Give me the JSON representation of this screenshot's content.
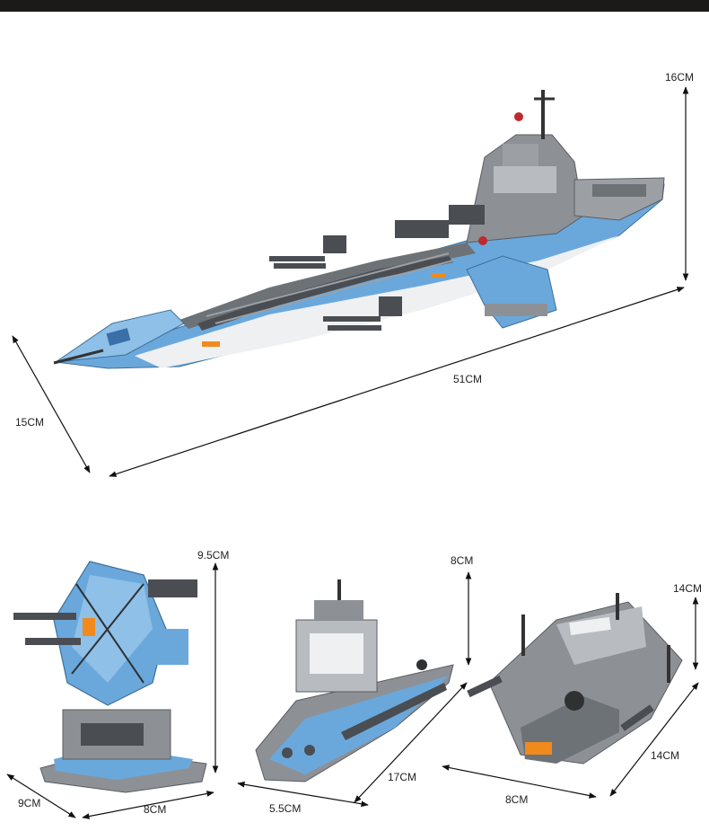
{
  "colors": {
    "top_bar": "#1c1a19",
    "brick_blue": "#6aa8dc",
    "brick_grey": "#8d9196",
    "brick_dark": "#4a4d52",
    "brick_white": "#eef0f2",
    "brick_orange": "#f08a1c"
  },
  "dimensions": {
    "main_height": "16CM",
    "main_length": "51CM",
    "main_width": "15CM",
    "turret_height": "9.5CM",
    "turret_depth": "9CM",
    "turret_width": "8CM",
    "carrier_height": "8CM",
    "carrier_length": "17CM",
    "carrier_width": "5.5CM",
    "boat_height": "14CM",
    "boat_length": "14CM",
    "boat_width": "8CM"
  }
}
